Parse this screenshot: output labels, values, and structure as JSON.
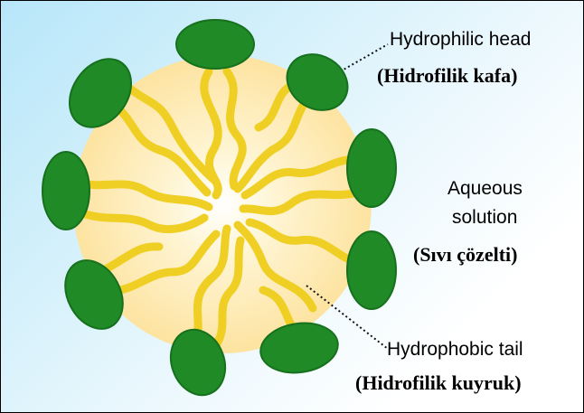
{
  "colors": {
    "head_fill": "#1f8a26",
    "head_edge": "#17701d",
    "core_fill": "#fde8a6",
    "tail_stroke": "#f0cf24",
    "background": "#d3f0fb"
  },
  "labels": {
    "head_en": "Hydrophilic head",
    "head_tr": "(Hidrofilik kafa)",
    "solution_en_line1": "Aqueous",
    "solution_en_line2": "solution",
    "solution_tr": "(Sıvı çözelti)",
    "tail_en": "Hydrophobic tail",
    "tail_tr": "(Hidrofilik kuyruk)"
  }
}
